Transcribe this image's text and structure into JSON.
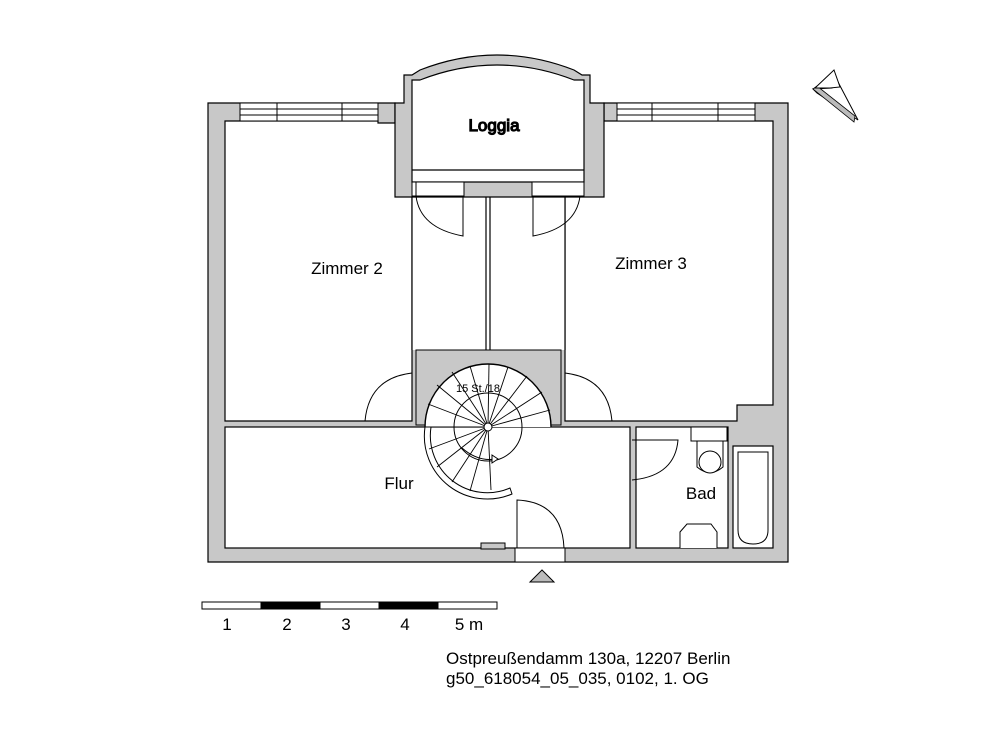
{
  "rooms": {
    "loggia": "Loggia",
    "zimmer2": "Zimmer 2",
    "zimmer3": "Zimmer 3",
    "flur": "Flur",
    "bad": "Bad"
  },
  "stair": {
    "label": "15 St./18"
  },
  "scale_bar": {
    "ticks": [
      "1",
      "2",
      "3",
      "4",
      "5 m"
    ]
  },
  "footer": {
    "address": "Ostpreußendamm 130a, 12207 Berlin",
    "reference": "g50_618054_05_035, 0102, 1. OG"
  },
  "colors": {
    "wall": "#c8c8c8",
    "line": "#000000",
    "background": "#ffffff"
  }
}
